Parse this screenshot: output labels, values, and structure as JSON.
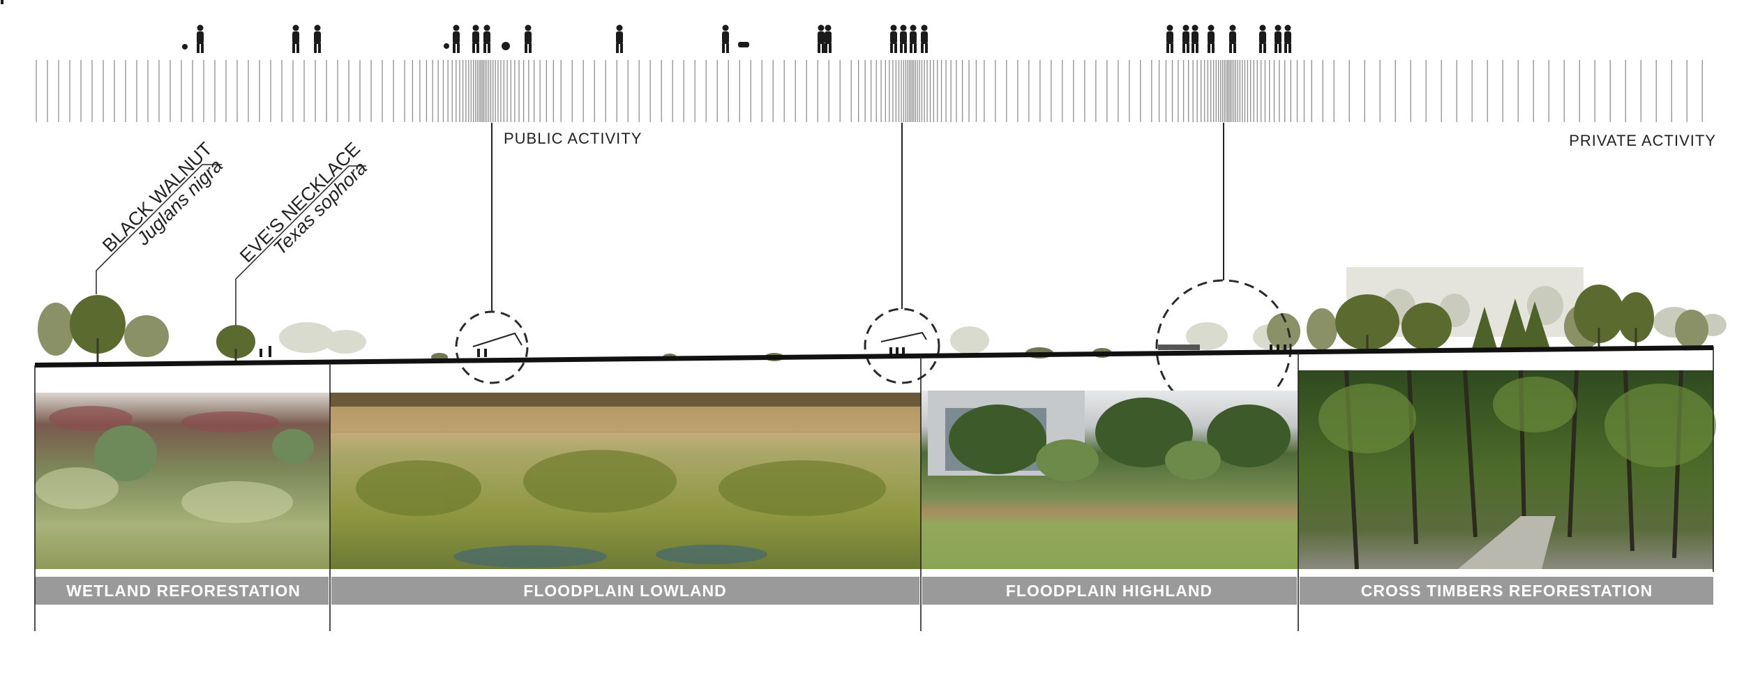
{
  "activity": {
    "public_label": "PUBLIC ACTIVITY",
    "private_label": "PRIVATE ACTIVITY"
  },
  "species": [
    {
      "common": "BLACK WALNUT",
      "latin": "Juglans nigra"
    },
    {
      "common": "EVE'S NECKLACE",
      "latin": "Texas sophora"
    }
  ],
  "zones": [
    {
      "label": "WETLAND REFORESTATION",
      "photo": "wetland-meadow"
    },
    {
      "label": "FLOODPLAIN LOWLAND",
      "photo": "marsh-grasses"
    },
    {
      "label": "FLOODPLAIN HIGHLAND",
      "photo": "lawn-trees-building"
    },
    {
      "label": "CROSS TIMBERS REFORESTATION",
      "photo": "forest-path"
    }
  ],
  "colors": {
    "ground_line": "#111111",
    "label_band": "#9a9a9a",
    "tree_dark": "#5a6b2e",
    "tree_mid": "#7d8a55",
    "tree_light": "#b7bca3",
    "silhouette": "#1b1b1b"
  }
}
